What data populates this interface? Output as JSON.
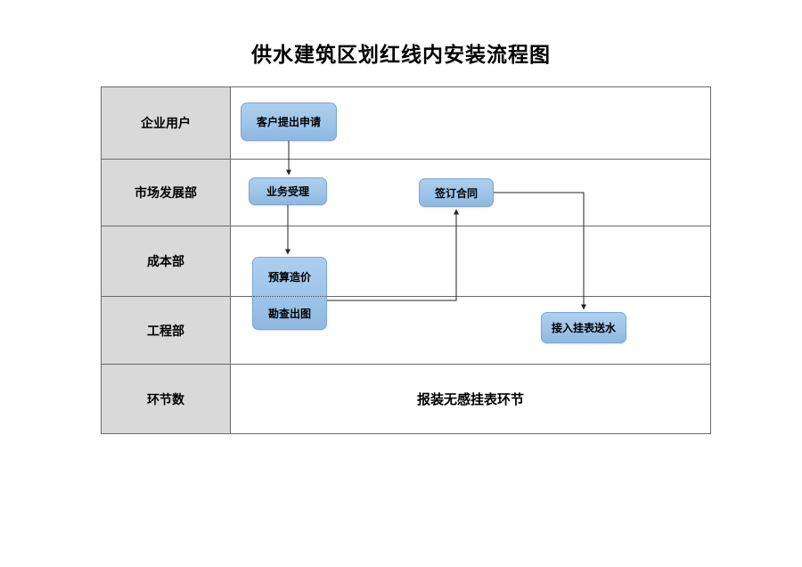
{
  "title": "供水建筑区划红线内安装流程图",
  "lanes": [
    {
      "label": "企业用户"
    },
    {
      "label": "市场发展部"
    },
    {
      "label": "成本部"
    },
    {
      "label": "工程部"
    },
    {
      "label": "环节数"
    }
  ],
  "nodes": {
    "apply": "客户提出申请",
    "accept": "业务受理",
    "contract": "签订合同",
    "budget": "预算造价",
    "survey": "勘查出图",
    "install": "接入挂表送水"
  },
  "footer": "报装无感挂表环节",
  "colors": {
    "node_fill": "#9CC3E8",
    "node_border": "#7BA7D7",
    "lane_label_bg": "#D9D9D9",
    "table_border": "#6B6B6B",
    "arrow_color": "#222222"
  }
}
